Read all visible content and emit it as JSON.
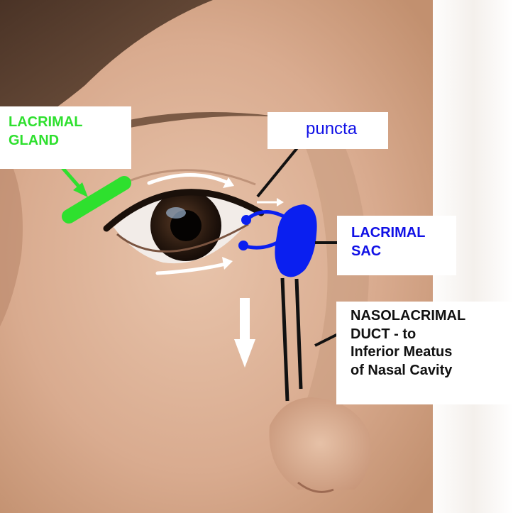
{
  "colors": {
    "gland": "#2ee02e",
    "sac": "#0a1ff0",
    "arrow_white": "#ffffff",
    "duct_line": "#111111",
    "label_green": "#2ee02e",
    "label_blue": "#1010e6",
    "label_black": "#111111"
  },
  "labels": {
    "lacrimal_gland": [
      "LACRIMAL",
      "GLAND"
    ],
    "puncta": "puncta",
    "lacrimal_sac": [
      "LACRIMAL",
      "SAC"
    ],
    "nasolacrimal_duct": [
      "NASOLACRIMAL",
      "DUCT - to",
      "Inferior Meatus",
      "of Nasal Cavity"
    ]
  }
}
